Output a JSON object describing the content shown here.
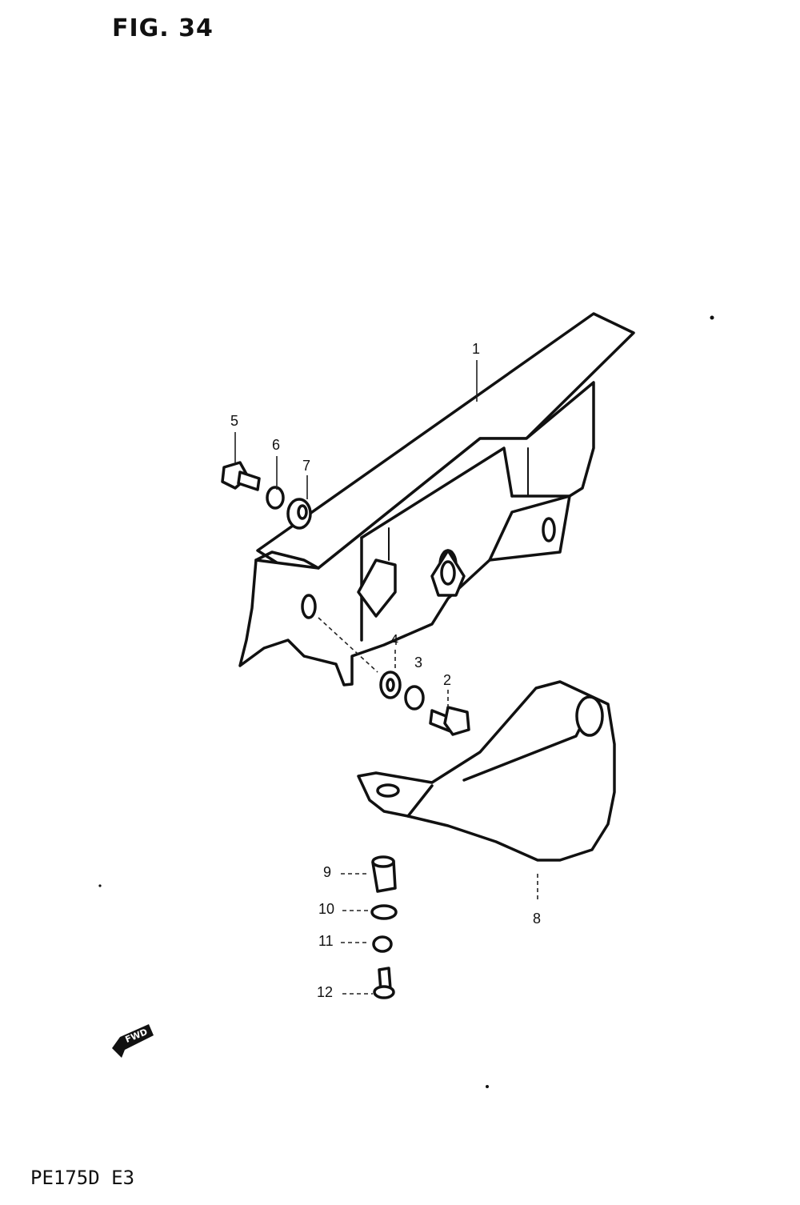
{
  "figure": {
    "title": "FIG. 34",
    "model_code": "PE175D  E3",
    "fwd_label": "FWD"
  },
  "callouts": [
    "1",
    "2",
    "3",
    "4",
    "5",
    "6",
    "7",
    "8",
    "9",
    "10",
    "11",
    "12"
  ]
}
